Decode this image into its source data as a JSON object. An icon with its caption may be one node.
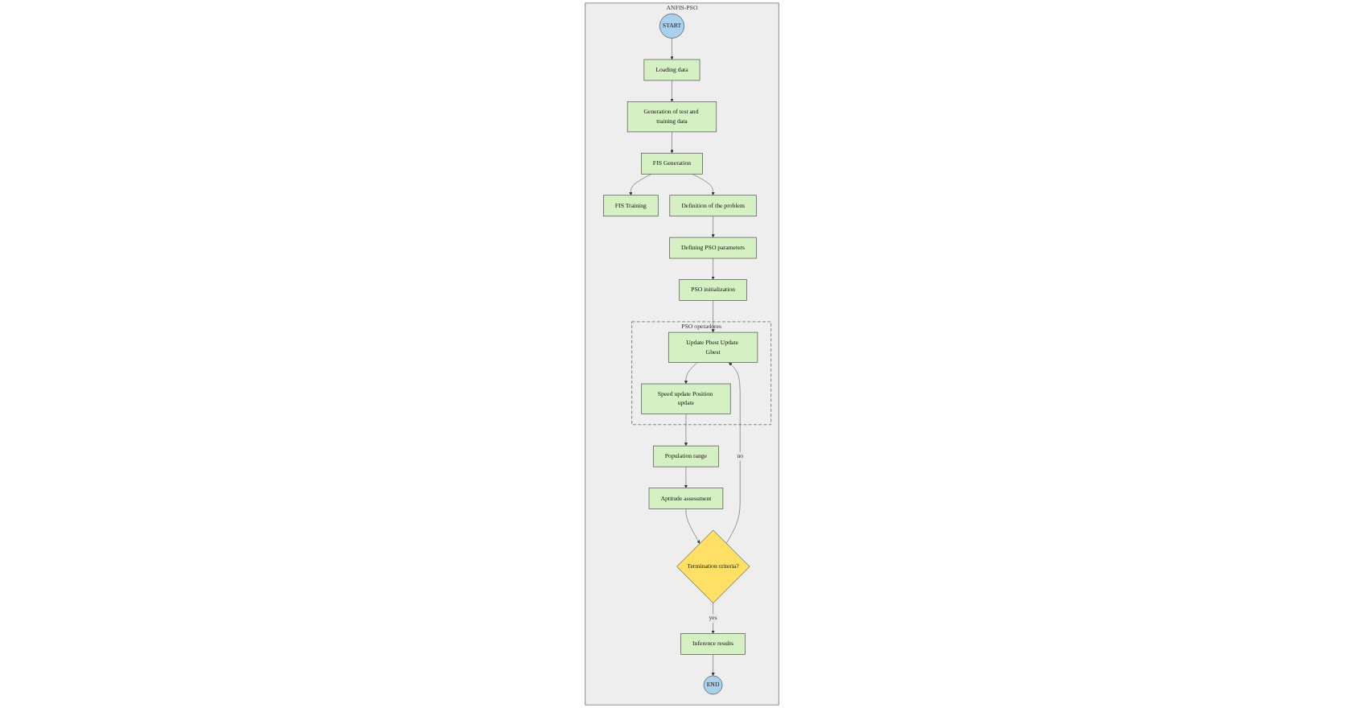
{
  "diagram": {
    "nodes": [
      {
        "text": [
          "ANFIS-PSO"
        ]
      },
      {
        "text": [
          "START"
        ],
        "in": 0
      },
      {
        "text": [
          "Loading data"
        ],
        "in": 0
      },
      {
        "text": [
          "Generation of test and training data"
        ],
        "in": 0
      },
      {
        "text": [
          "FIS Generation"
        ],
        "in": 0
      },
      {
        "text": [
          "FIS Training"
        ],
        "in": 0
      },
      {
        "text": [
          "Definition of the problem"
        ],
        "in": 0
      },
      {
        "text": [
          "Defining PSO parameters"
        ],
        "in": 0
      },
      {
        "text": [
          "PSO initialization"
        ],
        "in": 0
      },
      {
        "text": [
          "PSO operadores"
        ],
        "in": 0
      },
      {
        "text": [
          "Update Pbest Update Gbest"
        ],
        "in": 9
      },
      {
        "text": [
          "Speed update Position update"
        ],
        "in": 9
      },
      {
        "text": [
          "Population range"
        ],
        "in": 0
      },
      {
        "text": [
          "Aptitude assessment"
        ],
        "in": 0
      },
      {
        "text": [
          "Termination criteria?"
        ],
        "in": 0
      },
      {
        "text": [
          "Inference results"
        ],
        "in": 0
      },
      {
        "text": [
          "END"
        ],
        "in": 0
      }
    ],
    "edges": [
      {
        "from": 1,
        "to": 2,
        "arrow": "to"
      },
      {
        "from": 2,
        "to": 3,
        "arrow": "to"
      },
      {
        "from": 3,
        "to": 4,
        "arrow": "to"
      },
      {
        "from": 4,
        "to": 5,
        "arrow": "to"
      },
      {
        "from": 4,
        "to": 6,
        "arrow": "to"
      },
      {
        "from": 6,
        "to": 7,
        "arrow": "to"
      },
      {
        "from": 7,
        "to": 8,
        "arrow": "to"
      },
      {
        "from": 8,
        "to": 10,
        "arrow": "to"
      },
      {
        "from": 10,
        "to": 11,
        "arrow": "to"
      },
      {
        "from": 11,
        "to": 12,
        "arrow": "to"
      },
      {
        "from": 12,
        "to": 13,
        "arrow": "to"
      },
      {
        "from": 13,
        "to": 14,
        "arrow": "to"
      },
      {
        "from": 14,
        "to": 10,
        "label": "no",
        "arrow": "to"
      },
      {
        "from": 14,
        "to": 15,
        "label": "yes",
        "arrow": "to"
      },
      {
        "from": 15,
        "to": 16,
        "arrow": "to"
      }
    ]
  }
}
